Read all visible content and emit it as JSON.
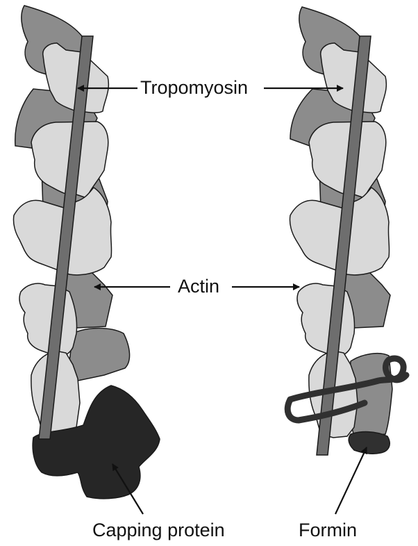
{
  "labels": {
    "tropomyosin": "Tropomyosin",
    "actin": "Actin",
    "capping_protein": "Capping protein",
    "formin": "Formin"
  },
  "colors": {
    "actin_light": "#d9d9d9",
    "actin_dark": "#8c8c8c",
    "tropomyosin": "#6e6e6e",
    "capping_protein": "#262626",
    "formin": "#303030",
    "outline": "#1a1a1a"
  }
}
